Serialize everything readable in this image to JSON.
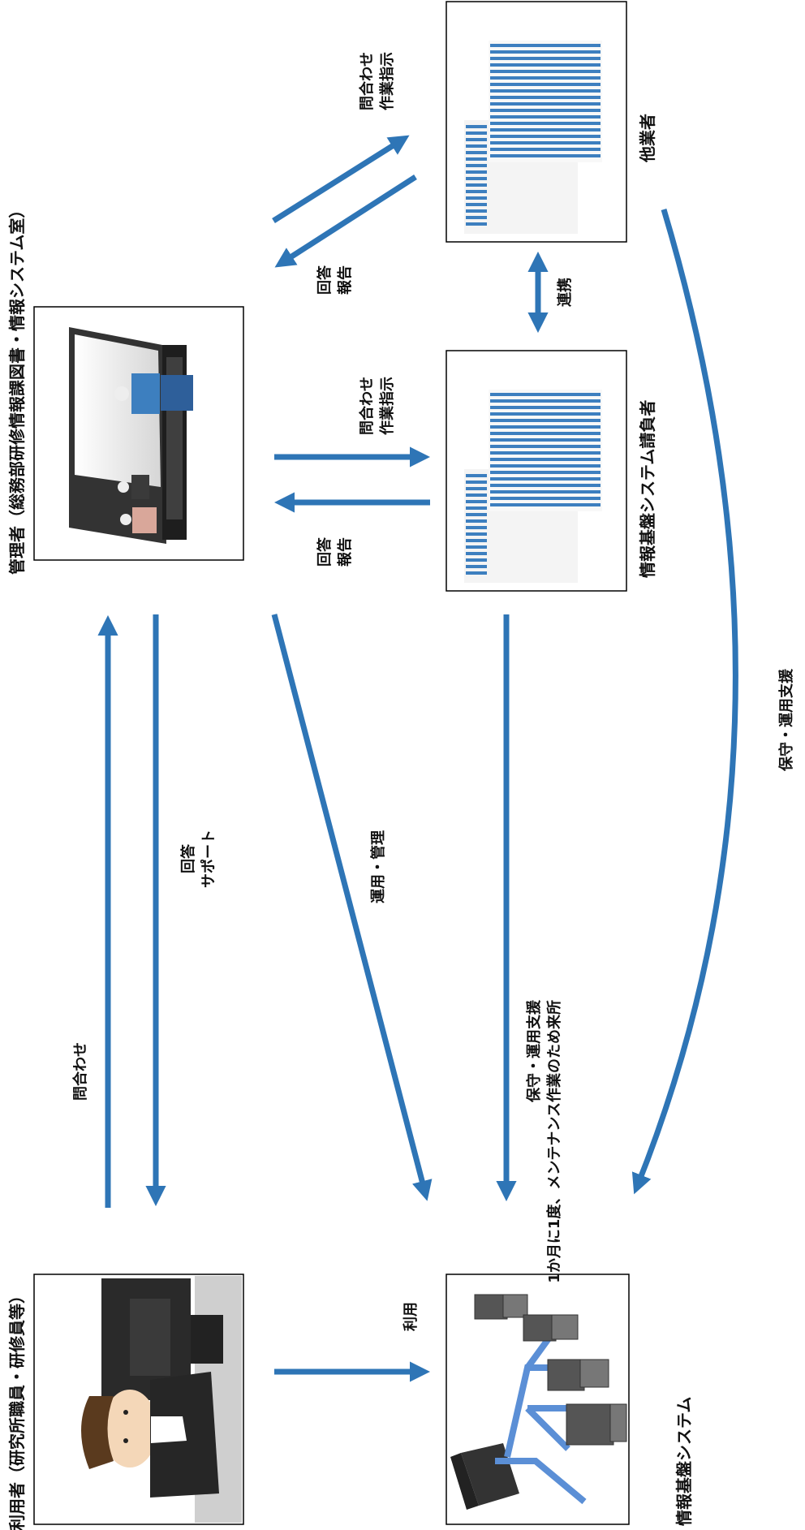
{
  "colors": {
    "arrow": "#2e75b6",
    "frame": "#000000",
    "stripe": "#3d7fbf",
    "text": "#111111"
  },
  "nodes": {
    "user": {
      "label": "利用者（研究所職員・研修員等）",
      "image": "user-at-computer"
    },
    "admin": {
      "label": "管理者（総務部研修情報課図書・情報システム室）",
      "image": "administrators-at-large-monitor"
    },
    "contractor": {
      "label": "情報基盤システム請負者",
      "image": "office-building"
    },
    "other": {
      "label": "他業者",
      "image": "office-building"
    },
    "system": {
      "label": "情報基盤システム",
      "image": "networked-laptops-and-server"
    }
  },
  "edges": {
    "user_to_system": {
      "label": "利用"
    },
    "user_to_admin": {
      "label": "問合わせ"
    },
    "admin_to_user": {
      "line1": "回答",
      "line2": "サポート"
    },
    "admin_to_system": {
      "label": "運用・管理"
    },
    "contractor_to_system": {
      "line1": "保守・運用支援",
      "line2": "1か月に1度、メンテナンス作業のため来所"
    },
    "other_to_system": {
      "label": "保守・運用支援"
    },
    "admin_to_contractor": {
      "line1": "問合わせ",
      "line2": "作業指示"
    },
    "contractor_to_admin": {
      "line1": "回答",
      "line2": "報告"
    },
    "admin_to_other": {
      "line1": "問合わせ",
      "line2": "作業指示"
    },
    "other_to_admin": {
      "line1": "回答",
      "line2": "報告"
    },
    "contractor_other": {
      "label": "連携"
    }
  }
}
